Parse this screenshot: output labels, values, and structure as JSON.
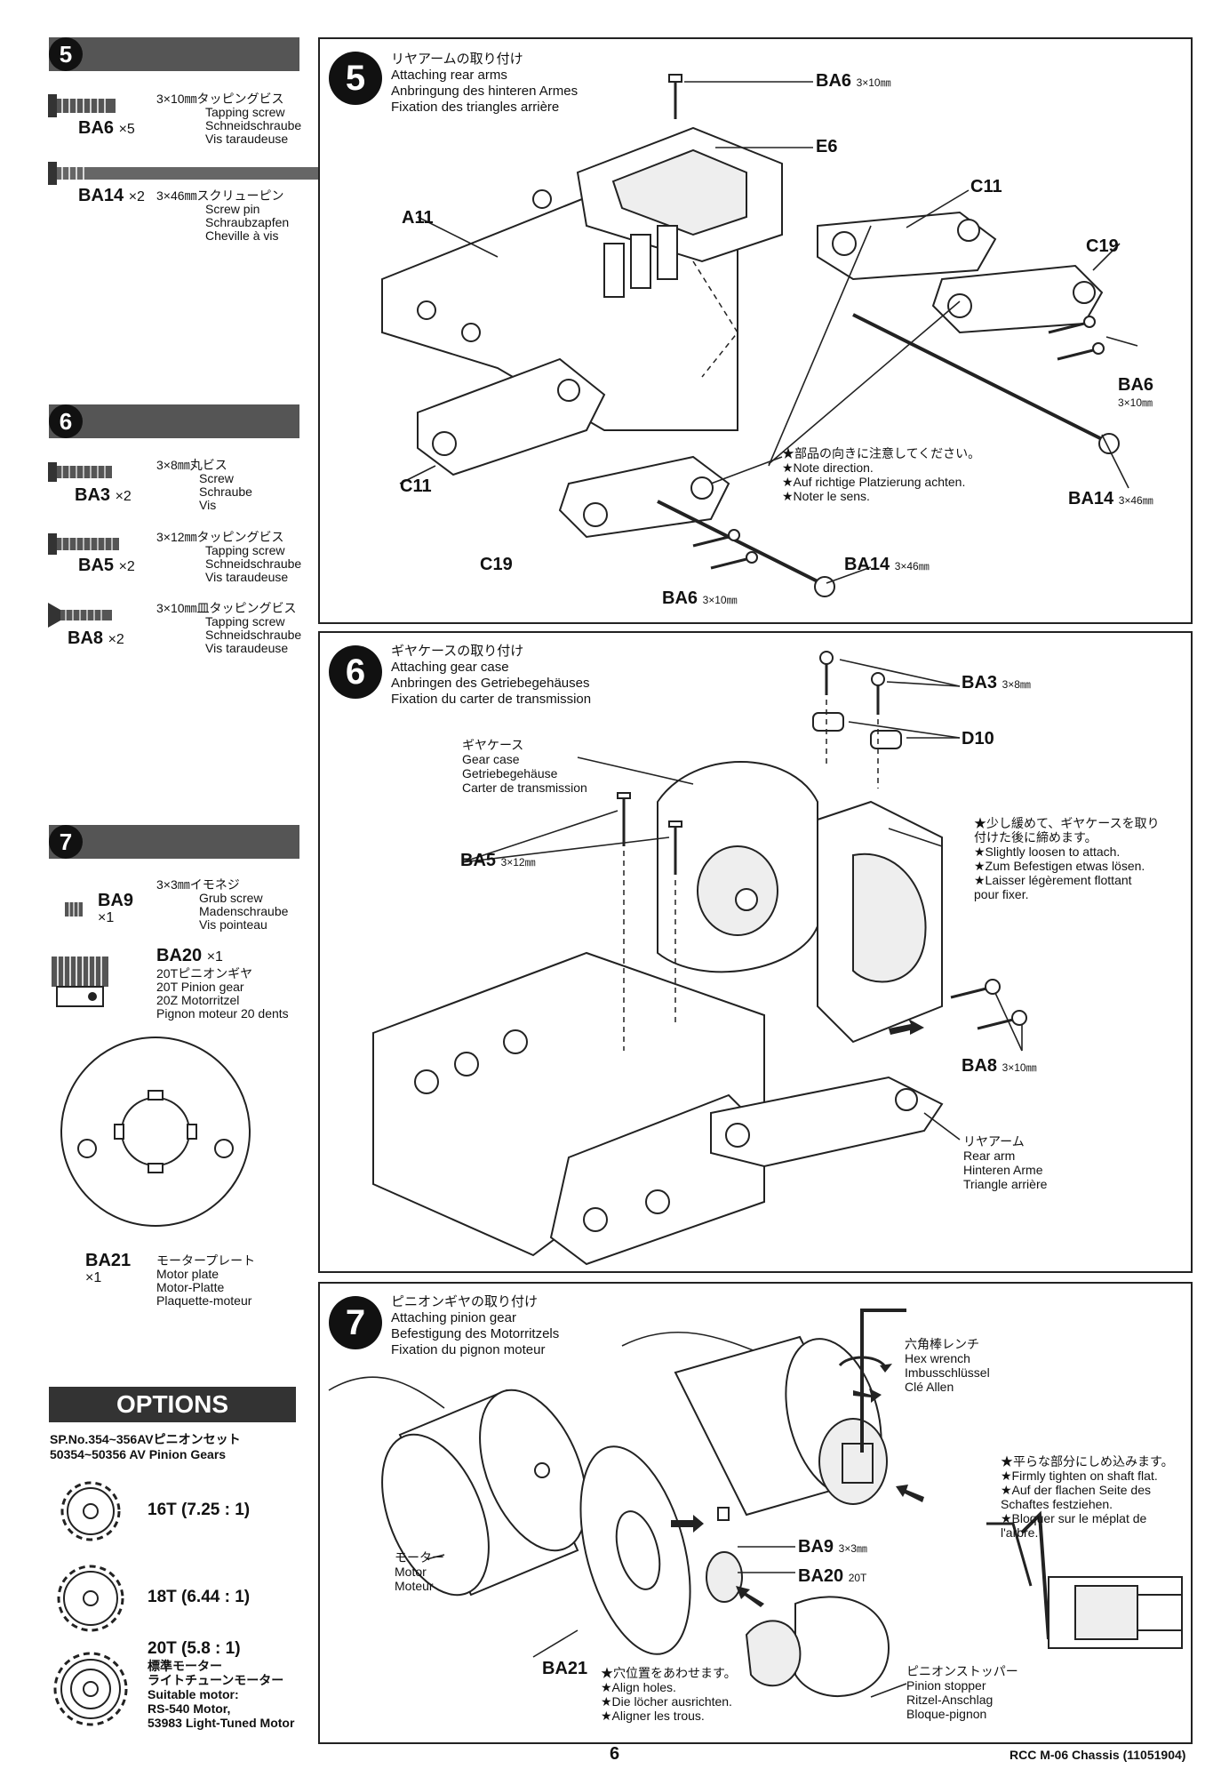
{
  "sidebar": {
    "step5": {
      "num": "5",
      "parts": [
        {
          "code": "BA6",
          "qty": "×5",
          "jp": "3×10㎜タッピングビス",
          "en": "Tapping screw",
          "de": "Schneidschraube",
          "fr": "Vis taraudeuse"
        },
        {
          "code": "BA14",
          "qty": "×2",
          "jp": "3×46㎜スクリューピン",
          "en": "Screw pin",
          "de": "Schraubzapfen",
          "fr": "Cheville à vis"
        }
      ]
    },
    "step6": {
      "num": "6",
      "parts": [
        {
          "code": "BA3",
          "qty": "×2",
          "jp": "3×8㎜丸ビス",
          "en": "Screw",
          "de": "Schraube",
          "fr": "Vis"
        },
        {
          "code": "BA5",
          "qty": "×2",
          "jp": "3×12㎜タッピングビス",
          "en": "Tapping screw",
          "de": "Schneidschraube",
          "fr": "Vis taraudeuse"
        },
        {
          "code": "BA8",
          "qty": "×2",
          "jp": "3×10㎜皿タッピングビス",
          "en": "Tapping screw",
          "de": "Schneidschraube",
          "fr": "Vis taraudeuse"
        }
      ]
    },
    "step7": {
      "num": "7",
      "parts": [
        {
          "code": "BA9",
          "qty": "×1",
          "jp": "3×3㎜イモネジ",
          "en": "Grub screw",
          "de": "Madenschraube",
          "fr": "Vis pointeau"
        },
        {
          "code": "BA20",
          "qty": "×1",
          "jp": "20Tピニオンギヤ",
          "en": "20T Pinion gear",
          "de": "20Z Motorritzel",
          "fr": "Pignon moteur 20 dents"
        },
        {
          "code": "BA21",
          "qty": "×1",
          "jp": "モータープレート",
          "en": "Motor plate",
          "de": "Motor-Platte",
          "fr": "Plaquette-moteur"
        }
      ]
    },
    "options": {
      "title": "OPTIONS",
      "subtitle_line1": "SP.No.354~356AVピニオンセット",
      "subtitle_line2": "50354~50356 AV Pinion Gears",
      "gears": [
        {
          "label": "16T (7.25 : 1)"
        },
        {
          "label": "18T (6.44 : 1)"
        },
        {
          "label": "20T (5.8 : 1)",
          "lines": [
            "標準モーター",
            "ライトチューンモーター",
            "Suitable motor:",
            "RS-540 Motor,",
            "53983 Light-Tuned Motor"
          ]
        }
      ]
    }
  },
  "step5": {
    "num": "5",
    "title_jp": "リヤアームの取り付け",
    "title_en": "Attaching rear arms",
    "title_de": "Anbringung des hinteren Armes",
    "title_fr": "Fixation des triangles arrière",
    "labels": {
      "ba6_top": "BA6",
      "ba6_top_size": "3×10㎜",
      "e6": "E6",
      "c11_right": "C11",
      "a11": "A11",
      "c19_right": "C19",
      "ba6_right": "BA6",
      "ba6_right_size": "3×10㎜",
      "c11_left": "C11",
      "c19_left": "C19",
      "ba14_right": "BA14",
      "ba14_right_size": "3×46㎜",
      "ba14_bottom": "BA14",
      "ba14_bottom_size": "3×46㎜",
      "ba6_bottom": "BA6",
      "ba6_bottom_size": "3×10㎜"
    },
    "note": [
      "★部品の向きに注意してください。",
      "★Note direction.",
      "★Auf richtige Platzierung achten.",
      "★Noter le sens."
    ]
  },
  "step6": {
    "num": "6",
    "title_jp": "ギヤケースの取り付け",
    "title_en": "Attaching gear case",
    "title_de": "Anbringen des Getriebegehäuses",
    "title_fr": "Fixation du carter de transmission",
    "labels": {
      "ba3": "BA3",
      "ba3_size": "3×8㎜",
      "d10": "D10",
      "ba5": "BA5",
      "ba5_size": "3×12㎜",
      "ba8": "BA8",
      "ba8_size": "3×10㎜"
    },
    "gearcase": [
      "ギヤケース",
      "Gear case",
      "Getriebegehäuse",
      "Carter de transmission"
    ],
    "reararm": [
      "リヤアーム",
      "Rear arm",
      "Hinteren Arme",
      "Triangle arrière"
    ],
    "note": [
      "★少し緩めて、ギヤケースを取り",
      "付けた後に締めます。",
      "★Slightly loosen to attach.",
      "★Zum Befestigen etwas lösen.",
      "★Laisser légèrement flottant",
      "pour fixer."
    ]
  },
  "step7": {
    "num": "7",
    "title_jp": "ピニオンギヤの取り付け",
    "title_en": "Attaching pinion gear",
    "title_de": "Befestigung des Motorritzels",
    "title_fr": "Fixation du pignon moteur",
    "labels": {
      "ba9": "BA9",
      "ba9_size": "3×3㎜",
      "ba20": "BA20",
      "ba20_size": "20T",
      "ba21": "BA21"
    },
    "hexwrench": [
      "六角棒レンチ",
      "Hex wrench",
      "Imbusschlüssel",
      "Clé Allen"
    ],
    "motor": [
      "モーター",
      "Motor",
      "Moteur"
    ],
    "stopper": [
      "ピニオンストッパー",
      "Pinion stopper",
      "Ritzel-Anschlag",
      "Bloque-pignon"
    ],
    "note_holes": [
      "★穴位置をあわせます。",
      "★Align holes.",
      "★Die löcher ausrichten.",
      "★Aligner les trous."
    ],
    "note_flat": [
      "★平らな部分にしめ込みます。",
      "★Firmly tighten on shaft flat.",
      "★Auf der flachen Seite des",
      "Schaftes festziehen.",
      "★Bloquer sur le méplat de",
      "l'arbre."
    ]
  },
  "footer": {
    "page": "6",
    "doc": "RCC M-06 Chassis (11051904)"
  }
}
